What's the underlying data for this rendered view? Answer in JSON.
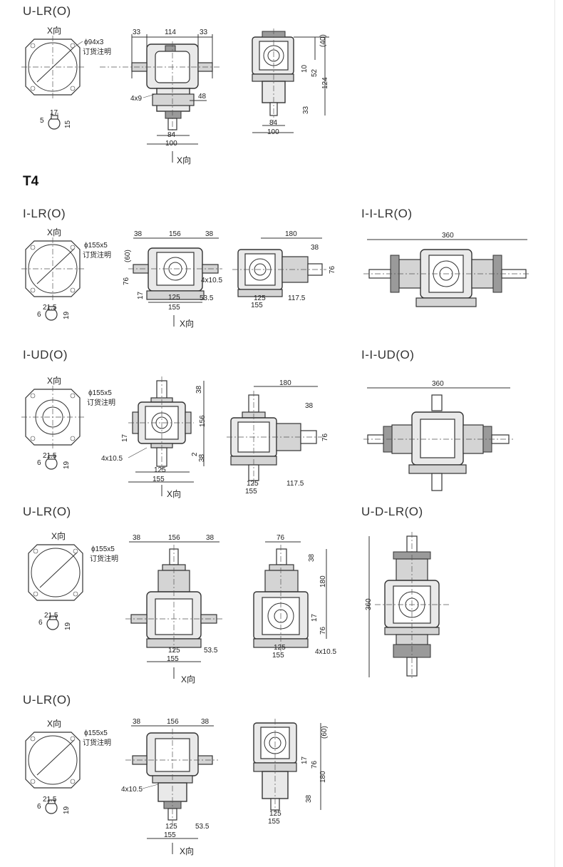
{
  "series": {
    "title": "T4"
  },
  "sections": [
    {
      "id": "top-ulr",
      "title": "U-LR(O)"
    },
    {
      "id": "t4-ilr",
      "title": "I-LR(O)"
    },
    {
      "id": "t4-iilr",
      "title": "I-I-LR(O)"
    },
    {
      "id": "t4-iud",
      "title": "I-UD(O)"
    },
    {
      "id": "t4-iiud",
      "title": "I-I-UD(O)"
    },
    {
      "id": "t4-ulr",
      "title": "U-LR(O)"
    },
    {
      "id": "t4-udlr",
      "title": "U-D-LR(O)"
    },
    {
      "id": "t4-ulr2",
      "title": "U-LR(O)"
    }
  ],
  "labels": {
    "view": "X向",
    "flange_small": "ϕ94x3",
    "flange_large": "ϕ155x5",
    "order_note": "订货注明"
  },
  "dims": {
    "d33": "33",
    "d114": "114",
    "d4x9": "4x9",
    "d48": "48",
    "d84": "84",
    "d100": "100",
    "d40p": "(40)",
    "d10": "10",
    "d52": "52",
    "d124": "124",
    "d17": "17",
    "d5": "5",
    "d15": "15",
    "d38": "38",
    "d156": "156",
    "d60p": "(60)",
    "d76": "76",
    "d4x10_5": "4x10.5",
    "d125": "125",
    "d53_5": "53.5",
    "d155": "155",
    "d180": "180",
    "d117_5": "117.5",
    "d360": "360",
    "d21_5": "21.5",
    "d6": "6",
    "d19": "19",
    "d2": "2"
  }
}
